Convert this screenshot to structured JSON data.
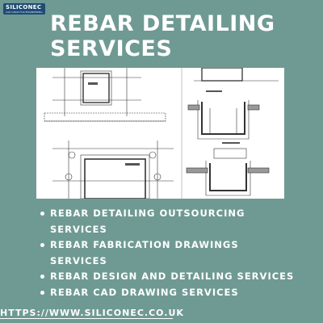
{
  "logo": {
    "name": "SILICONEC",
    "tagline": "CAD DRAW FOR ENGINEERING",
    "bg_color": "#1f4c74"
  },
  "title": {
    "line1": "REBAR DETAILING",
    "line2": "SERVICES"
  },
  "bullets": [
    {
      "line1": "REBAR DETAILING OUTSOURCING",
      "line2": "SERVICES"
    },
    {
      "line1": "REBAR FABRICATION DRAWINGS",
      "line2": "SERVICES"
    },
    {
      "line1": "REBAR DESIGN AND DETAILING SERVICES",
      "line2": ""
    },
    {
      "line1": "REBAR CAD DRAWING SERVICES",
      "line2": ""
    }
  ],
  "url": "HTTPS://WWW.SILICONEC.CO.UK",
  "colors": {
    "background": "#6f9a93",
    "text": "#ffffff",
    "drawing_line": "#333333"
  }
}
